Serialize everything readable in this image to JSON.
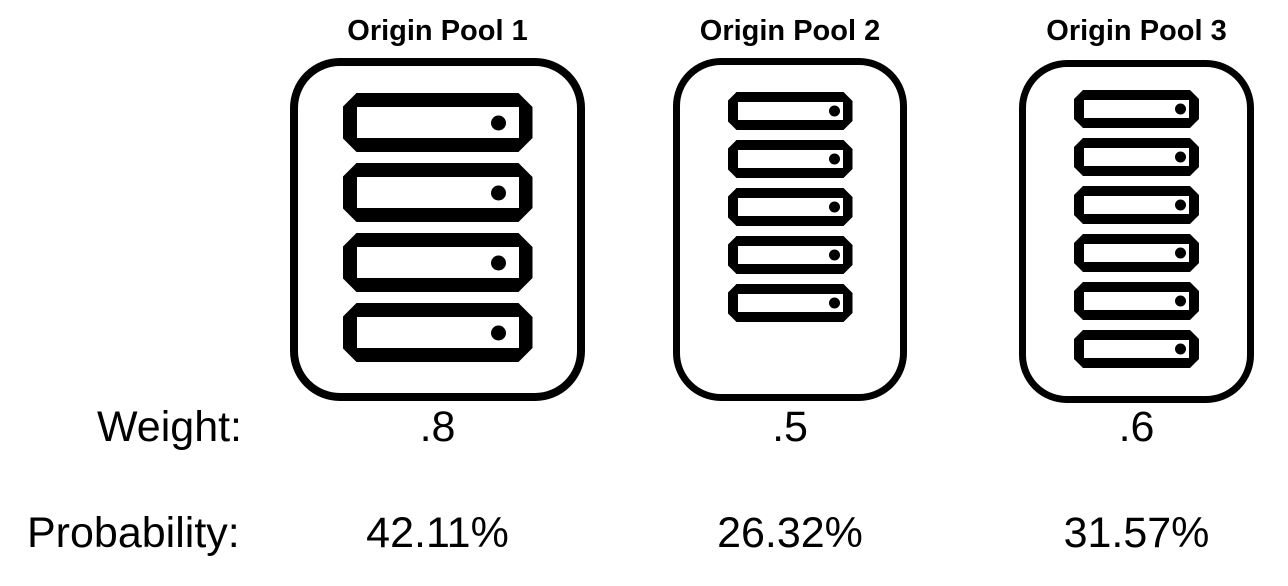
{
  "labels": {
    "weight": "Weight:",
    "probability": "Probability:"
  },
  "pools": [
    {
      "title": "Origin Pool 1",
      "server_count": 4,
      "weight": ".8",
      "probability": "42.11%"
    },
    {
      "title": "Origin Pool 2",
      "server_count": 5,
      "weight": ".5",
      "probability": "26.32%"
    },
    {
      "title": "Origin Pool 3",
      "server_count": 6,
      "weight": ".6",
      "probability": "31.57%"
    }
  ],
  "colors": {
    "foreground": "#000000",
    "background": "#ffffff"
  }
}
